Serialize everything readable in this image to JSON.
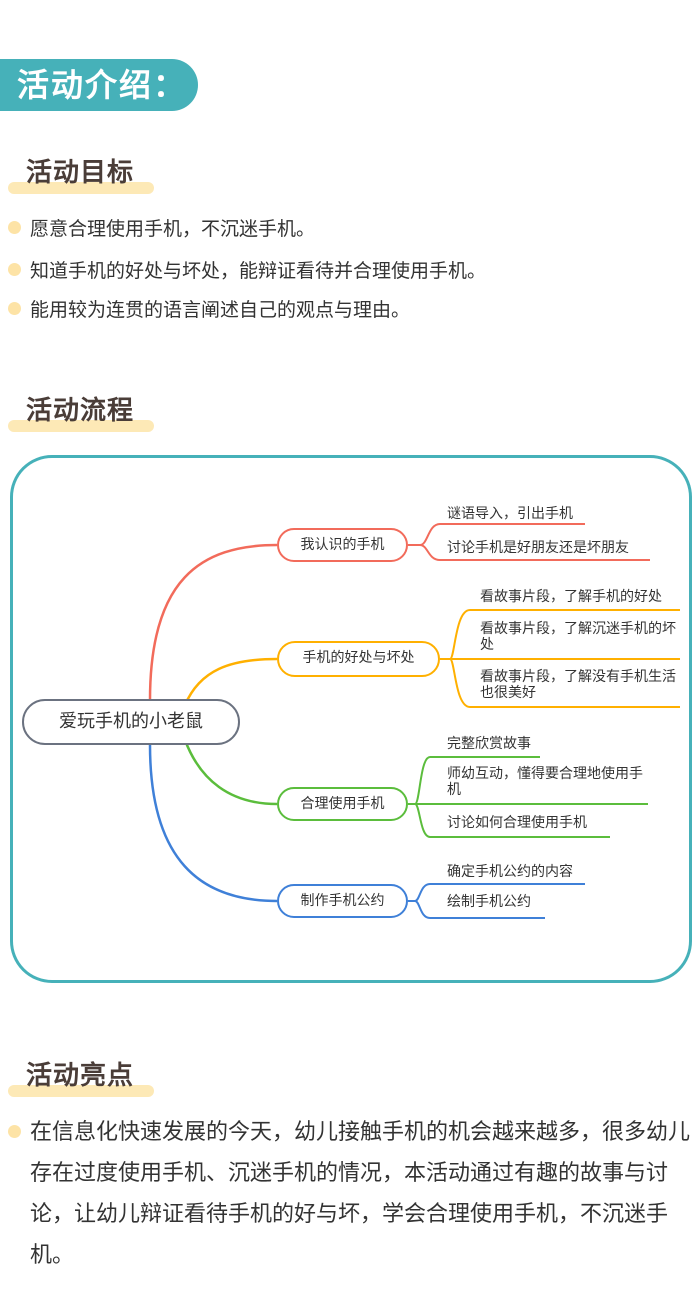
{
  "banner": "活动介绍：",
  "goals": {
    "title": "活动目标",
    "items": [
      "愿意合理使用手机，不沉迷手机。",
      "知道手机的好处与坏处，能辩证看待并合理使用手机。",
      "能用较为连贯的语言阐述自己的观点与理由。"
    ]
  },
  "process": {
    "title": "活动流程",
    "mindmap": {
      "root": "爱玩手机的小老鼠",
      "branches": [
        {
          "label": "我认识的手机",
          "color": "#f26b5b",
          "leaves": [
            "谜语导入，引出手机",
            "讨论手机是好朋友还是坏朋友"
          ]
        },
        {
          "label": "手机的好处与坏处",
          "color": "#ffb000",
          "leaves": [
            "看故事片段，了解手机的好处",
            "看故事片段，了解沉迷手机的坏处",
            "看故事片段，了解没有手机生活也很美好"
          ]
        },
        {
          "label": "合理使用手机",
          "color": "#5bbd3c",
          "leaves": [
            "完整欣赏故事",
            "师幼互动，懂得要合理地使用手机",
            "讨论如何合理使用手机"
          ]
        },
        {
          "label": "制作手机公约",
          "color": "#3f80d8",
          "leaves": [
            "确定手机公约的内容",
            "绘制手机公约"
          ]
        }
      ]
    }
  },
  "highlights": {
    "title": "活动亮点",
    "text": "在信息化快速发展的今天，幼儿接触手机的机会越来越多，很多幼儿存在过度使用手机、沉迷手机的情况，本活动通过有趣的故事与讨论，让幼儿辩证看待手机的好与坏，学会合理使用手机，不沉迷手机。"
  },
  "colors": {
    "teal": "#46b1b9",
    "highlight": "#fde9b6"
  }
}
